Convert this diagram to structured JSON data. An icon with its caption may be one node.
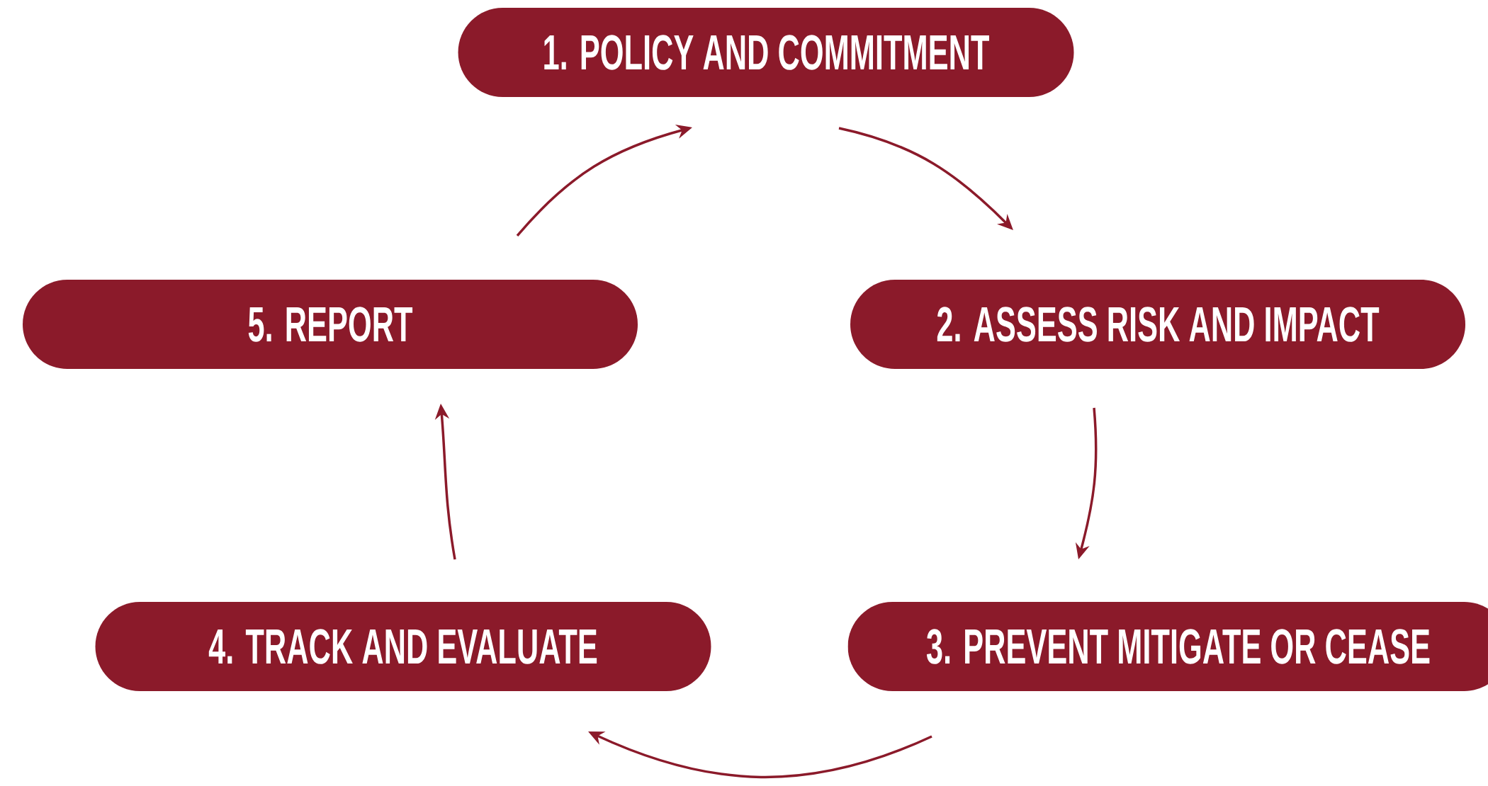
{
  "diagram": {
    "nodes": [
      {
        "text": [
          "1. POLICY AND COMMITMENT"
        ]
      },
      {
        "text": [
          "2. ASSESS RISK AND IMPACT"
        ]
      },
      {
        "text": [
          "3. PREVENT MITIGATE OR CEASE"
        ]
      },
      {
        "text": [
          "4. TRACK AND EVALUATE"
        ]
      },
      {
        "text": [
          "5. REPORT"
        ]
      }
    ],
    "edges": [
      {
        "from": 4,
        "to": 0,
        "arrow": "to"
      },
      {
        "from": 0,
        "to": 1,
        "arrow": "to"
      },
      {
        "from": 1,
        "to": 2,
        "arrow": "to"
      },
      {
        "from": 2,
        "to": 3,
        "arrow": "to"
      },
      {
        "from": 3,
        "to": 4,
        "arrow": "to"
      }
    ]
  }
}
